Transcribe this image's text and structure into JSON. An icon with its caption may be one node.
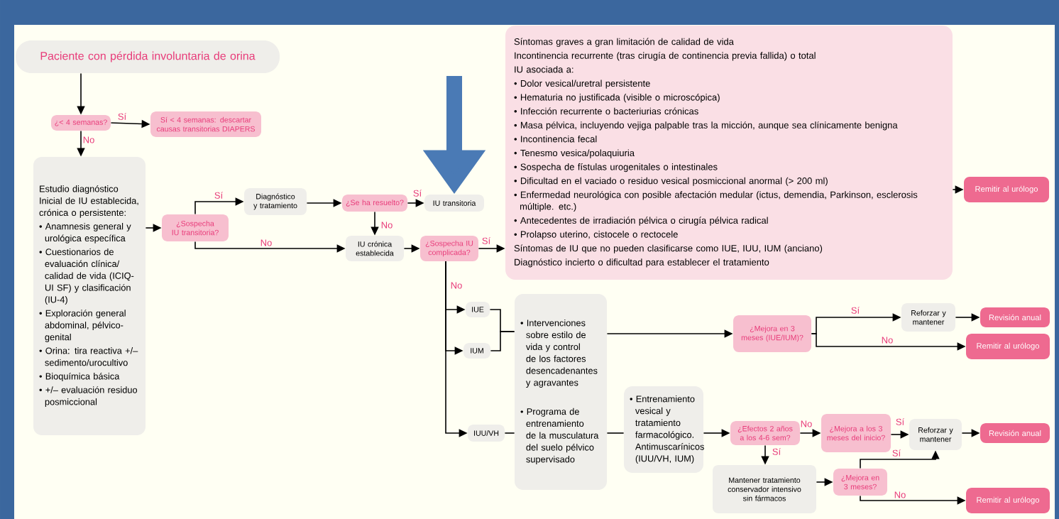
{
  "diagram": {
    "nodes": [
      {
        "text": [
          "Paciente con pérdida involuntaria de orina"
        ]
      },
      {
        "text": [
          "¿< 4 semanas?"
        ]
      },
      {
        "text": [
          "Sí < 4 semanas: descartar causas transitorias DIAPERS"
        ]
      },
      {
        "text": [
          "Estudio diagnóstico Inicial de IU establecida, crónica o persistente:",
          "• Anamnesis general y urológica específica",
          "• Cuestionarios de evaluación clínica/ calidad de vida (ICIQ-UI SF) y clasificación (IU-4)",
          "• Exploración general abdominal, pélvico-genital",
          "• Orina: tira reactiva +/– sedimento/urocultivo",
          "• Bioquímica básica",
          "• +/– evaluación residuo posmiccional"
        ]
      },
      {
        "text": [
          "¿Sospecha IU transitoria?"
        ]
      },
      {
        "text": [
          "Diagnóstico y tratamiento"
        ]
      },
      {
        "text": [
          "¿Se ha resuelto?"
        ]
      },
      {
        "text": [
          "IU transitoria"
        ]
      },
      {
        "text": [
          "IU crónica establecida"
        ]
      },
      {
        "text": [
          "¿Sospecha IU complicada?"
        ]
      },
      {
        "text": [
          "Síntomas graves a gran limitación de calidad de vida",
          "Incontinencia recurrente (tras cirugía de continencia previa fallida) o total",
          "IU asociada a:",
          "• Dolor vesical/uretral persistente",
          "• Hematuria no justificada (visible o microscópica)",
          "• Infección recurrente o bacteriurias crónicas",
          "• Masa pélvica, incluyendo vejiga palpable tras la micción, aunque sea clínicamente benigna",
          "• Incontinencia fecal",
          "• Tenesmo vesica/polaquiuria",
          "• Sospecha de fístulas urogenitales o intestinales",
          "• Dificultad en el vaciado o residuo vesical posmiccional anormal (> 200 ml)",
          "• Enfermedad neurológica con posible afectación medular (ictus, demendia, Parkinson, esclerosis múltiple. etc.)",
          "• Antecedentes de irradiación pélvica o cirugía pélvica radical",
          "• Prolapso uterino, cistocele o rectocele",
          "Síntomas de IU que no pueden clasificarse como IUE, IUU, IUM (anciano)",
          "Diagnóstico incierto o dificultad para establecer el tratamiento"
        ]
      },
      {
        "text": [
          "Remitir al urólogo"
        ]
      },
      {
        "text": [
          "IUE"
        ]
      },
      {
        "text": [
          "IUM"
        ]
      },
      {
        "text": [
          "IUU/VH"
        ]
      },
      {
        "text": [
          "• Intervenciones sobre estilo de vida y control de los factores desencadenantes y agravantes",
          "• Programa de entrenamiento de la musculatura del suelo pélvico supervisado"
        ]
      },
      {
        "text": [
          "• Entrenamiento vesical y tratamiento farmacológico. Antimuscarínicos (IUU/VH, IUM)"
        ]
      },
      {
        "text": [
          "¿Mejora en 3 meses (IUE/IUM)?"
        ]
      },
      {
        "text": [
          "Reforzar y mantener"
        ]
      },
      {
        "text": [
          "Revisión anual"
        ]
      },
      {
        "text": [
          "Remitir al urólogo"
        ]
      },
      {
        "text": [
          "¿Efectos 2 años a los 4-6 sem?"
        ]
      },
      {
        "text": [
          "¿Mejora a los 3 meses del inicio?"
        ]
      },
      {
        "text": [
          "Reforzar y mantener"
        ]
      },
      {
        "text": [
          "Revisión anual"
        ]
      },
      {
        "text": [
          "Mantener tratamiento conservador intensivo sin fármacos"
        ]
      },
      {
        "text": [
          "¿Mejora en 3 meses?"
        ]
      },
      {
        "text": [
          "Remitir al urólogo"
        ]
      }
    ],
    "edges": [
      {
        "from": 0,
        "to": 1,
        "arrow": "to"
      },
      {
        "from": 1,
        "to": 2,
        "arrow": "to",
        "label": "Sí"
      },
      {
        "from": 1,
        "to": 3,
        "arrow": "to",
        "label": "No"
      },
      {
        "from": 3,
        "to": 4,
        "arrow": "to"
      },
      {
        "from": 4,
        "to": 5,
        "arrow": "to",
        "label": "Sí"
      },
      {
        "from": 4,
        "to": 8,
        "arrow": "to",
        "label": "No"
      },
      {
        "from": 5,
        "to": 6,
        "arrow": "to"
      },
      {
        "from": 6,
        "to": 7,
        "arrow": "to",
        "label": "Sí"
      },
      {
        "from": 6,
        "to": 8,
        "arrow": "to",
        "label": "No"
      },
      {
        "from": 8,
        "to": 9,
        "arrow": "to"
      },
      {
        "from": 9,
        "to": 10,
        "arrow": "to",
        "label": "Sí"
      },
      {
        "from": 10,
        "to": 11,
        "arrow": "to"
      },
      {
        "from": 9,
        "to": 12,
        "arrow": "to",
        "label": "No"
      },
      {
        "from": 9,
        "to": 13,
        "arrow": "to"
      },
      {
        "from": 9,
        "to": 14,
        "arrow": "to"
      },
      {
        "from": 12,
        "to": 15,
        "arrow": "none"
      },
      {
        "from": 13,
        "to": 15,
        "arrow": "none"
      },
      {
        "from": 15,
        "to": 17,
        "arrow": "to"
      },
      {
        "from": 14,
        "to": 15,
        "arrow": "none"
      },
      {
        "from": 15,
        "to": 16,
        "arrow": "none"
      },
      {
        "from": 16,
        "to": 21,
        "arrow": "to"
      },
      {
        "from": 17,
        "to": 18,
        "arrow": "to",
        "label": "Sí"
      },
      {
        "from": 17,
        "to": 20,
        "arrow": "to",
        "label": "No"
      },
      {
        "from": 18,
        "to": 19,
        "arrow": "to"
      },
      {
        "from": 21,
        "to": 22,
        "arrow": "to",
        "label": "No"
      },
      {
        "from": 21,
        "to": 25,
        "arrow": "to",
        "label": "Sí"
      },
      {
        "from": 22,
        "to": 23,
        "arrow": "to",
        "label": "Sí"
      },
      {
        "from": 23,
        "to": 24,
        "arrow": "to"
      },
      {
        "from": 25,
        "to": 26,
        "arrow": "to"
      },
      {
        "from": 26,
        "to": 23,
        "arrow": "to",
        "label": "Sí"
      },
      {
        "from": 26,
        "to": 27,
        "arrow": "to",
        "label": "No"
      },
      {
        "from": null,
        "to": 7,
        "arrow": "to",
        "style": "thick",
        "color": "#4a7ab5"
      }
    ]
  }
}
